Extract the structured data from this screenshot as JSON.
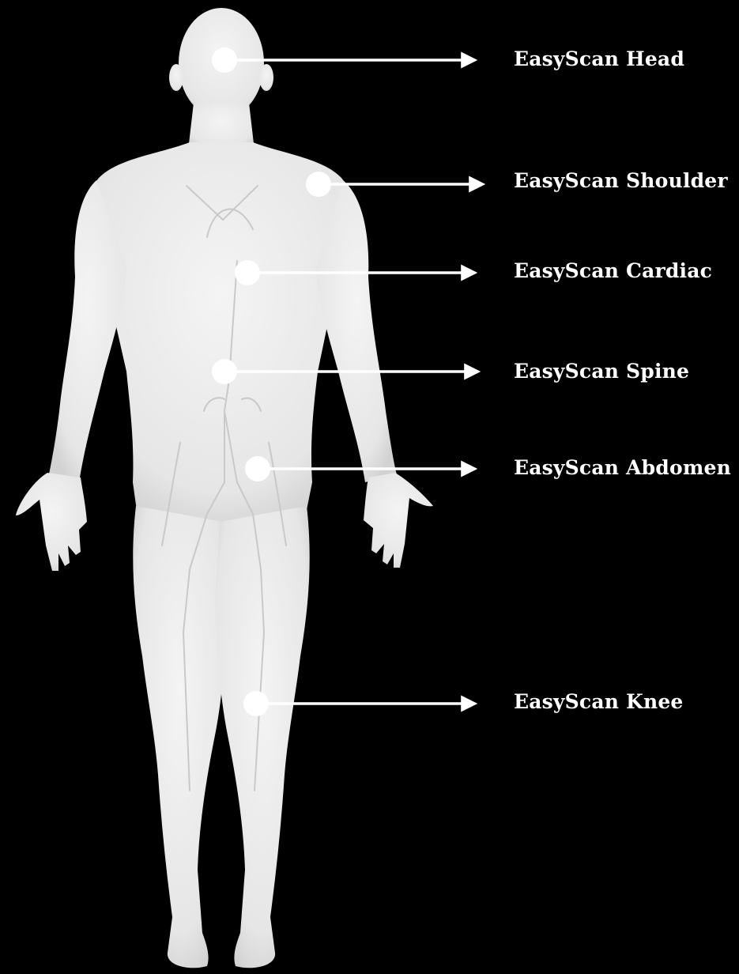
{
  "background_color": "#000000",
  "body_color": "#ececec",
  "vessel_color": "#c9c9c9",
  "marker_color": "#ffffff",
  "arrow_color": "#ffffff",
  "figure_icon": "human-body-figure-icon",
  "scans": [
    {
      "id": "head",
      "label": "EasyScan Head"
    },
    {
      "id": "shoulder",
      "label": "EasyScan Shoulder"
    },
    {
      "id": "cardiac",
      "label": "EasyScan Cardiac"
    },
    {
      "id": "spine",
      "label": "EasyScan Spine"
    },
    {
      "id": "abdomen",
      "label": "EasyScan Abdomen"
    },
    {
      "id": "knee",
      "label": "EasyScan Knee"
    }
  ]
}
